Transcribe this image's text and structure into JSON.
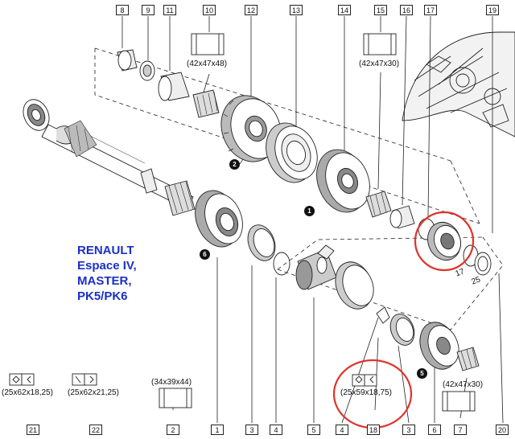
{
  "brand": {
    "line1": "RENAULT",
    "line2": "Espace IV,",
    "line3": "MASTER,",
    "line4": "PK5/PK6"
  },
  "refs_top": [
    "8",
    "9",
    "11",
    "10",
    "12",
    "13",
    "14",
    "15",
    "16",
    "17",
    "19"
  ],
  "refs_bottom": [
    "21",
    "22",
    "2",
    "1",
    "3",
    "4",
    "5",
    "4",
    "18",
    "3",
    "6",
    "7",
    "20"
  ],
  "dims": {
    "top_10": "(42x47x48)",
    "top_15": "(42x47x30)",
    "bottom_21": "(25x62x18,25)",
    "bottom_22": "(25x62x21,25)",
    "bottom_2": "(34x39x44)",
    "bottom_18": "(25x59x18,75)",
    "bottom_7": "(42x47x30)",
    "side_a": "17",
    "side_b": "25"
  },
  "steps": [
    "2",
    "1",
    "6",
    "5"
  ],
  "colors": {
    "highlight": "#e0322b",
    "brand": "#1a2fc8",
    "ink": "#111111"
  }
}
